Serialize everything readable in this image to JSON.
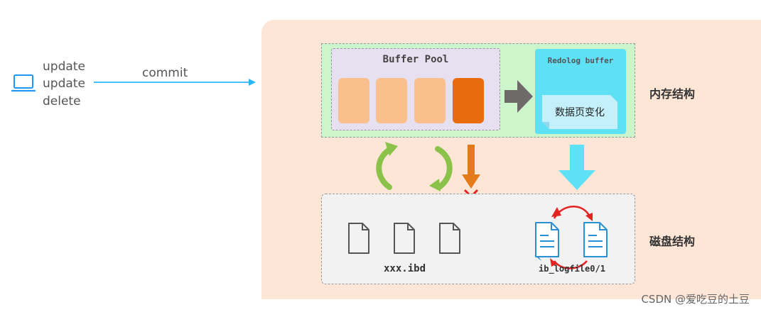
{
  "client": {
    "operations": [
      "update",
      "update",
      "delete"
    ],
    "commit_label": "commit",
    "icon": "laptop-icon"
  },
  "memory": {
    "label": "内存结构",
    "buffer_pool_title": "Buffer Pool",
    "redolog_buffer_title": "Redolog buffer",
    "page_change_label": "数据页变化"
  },
  "disk": {
    "label": "磁盘结构",
    "ibd_file_label": "xxx.ibd",
    "logfile_label": "ib_logfile0/1"
  },
  "colors": {
    "background_panel": "#fde6d6",
    "memory_area": "#ccf5cc",
    "buffer_pool": "#e6e0f0",
    "page_light": "#f9c08e",
    "page_dirty": "#e86c0e",
    "redolog_buffer": "#5ee0f5",
    "commit_arrow": "#29b6f6",
    "cycle_arrows": "#8bc34a",
    "flush_arrow": "#e57a1a",
    "blocked_mark": "#e52222"
  },
  "watermark": "CSDN @爱吃豆的土豆"
}
